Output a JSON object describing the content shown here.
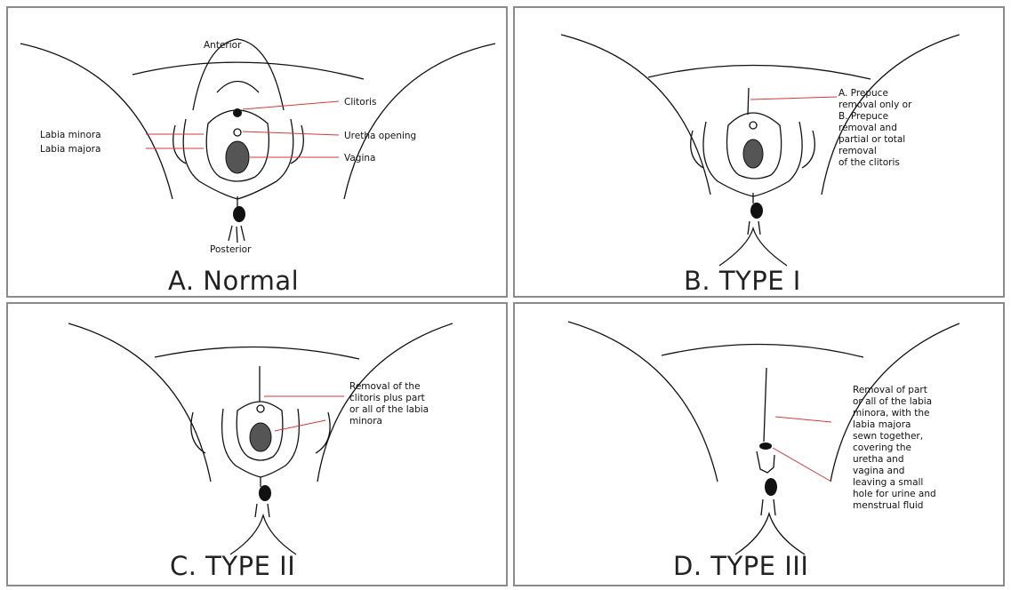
{
  "colors": {
    "leader_line": "#d23a3a",
    "border": "#8a8a8a",
    "ink": "#111111"
  },
  "panels": {
    "a": {
      "caption": "A. Normal",
      "top_label": "Anterior",
      "bottom_label": "Posterior",
      "labels": {
        "clitoris": "Clitoris",
        "labia_minora": "Labia minora",
        "labia_majora": "Labia majora",
        "urethra": "Uretha opening",
        "vagina": "Vagina"
      }
    },
    "b": {
      "caption": "B. TYPE I",
      "note": [
        "A. Prepuce",
        "removal only or",
        "B. Prepuce",
        "removal and",
        "partial or total",
        "removal",
        "of the clitoris"
      ]
    },
    "c": {
      "caption": "C. TYPE II",
      "note": [
        "Removal of the",
        "clitoris plus part",
        "or all of the labia",
        "minora"
      ]
    },
    "d": {
      "caption": "D. TYPE III",
      "note": [
        "Removal of part",
        "or all of the labia",
        "minora, with the",
        "labia majora",
        "sewn together,",
        "covering the",
        "uretha and",
        "vagina and",
        "leaving a small",
        "hole for urine and",
        "menstrual fluid"
      ]
    }
  }
}
